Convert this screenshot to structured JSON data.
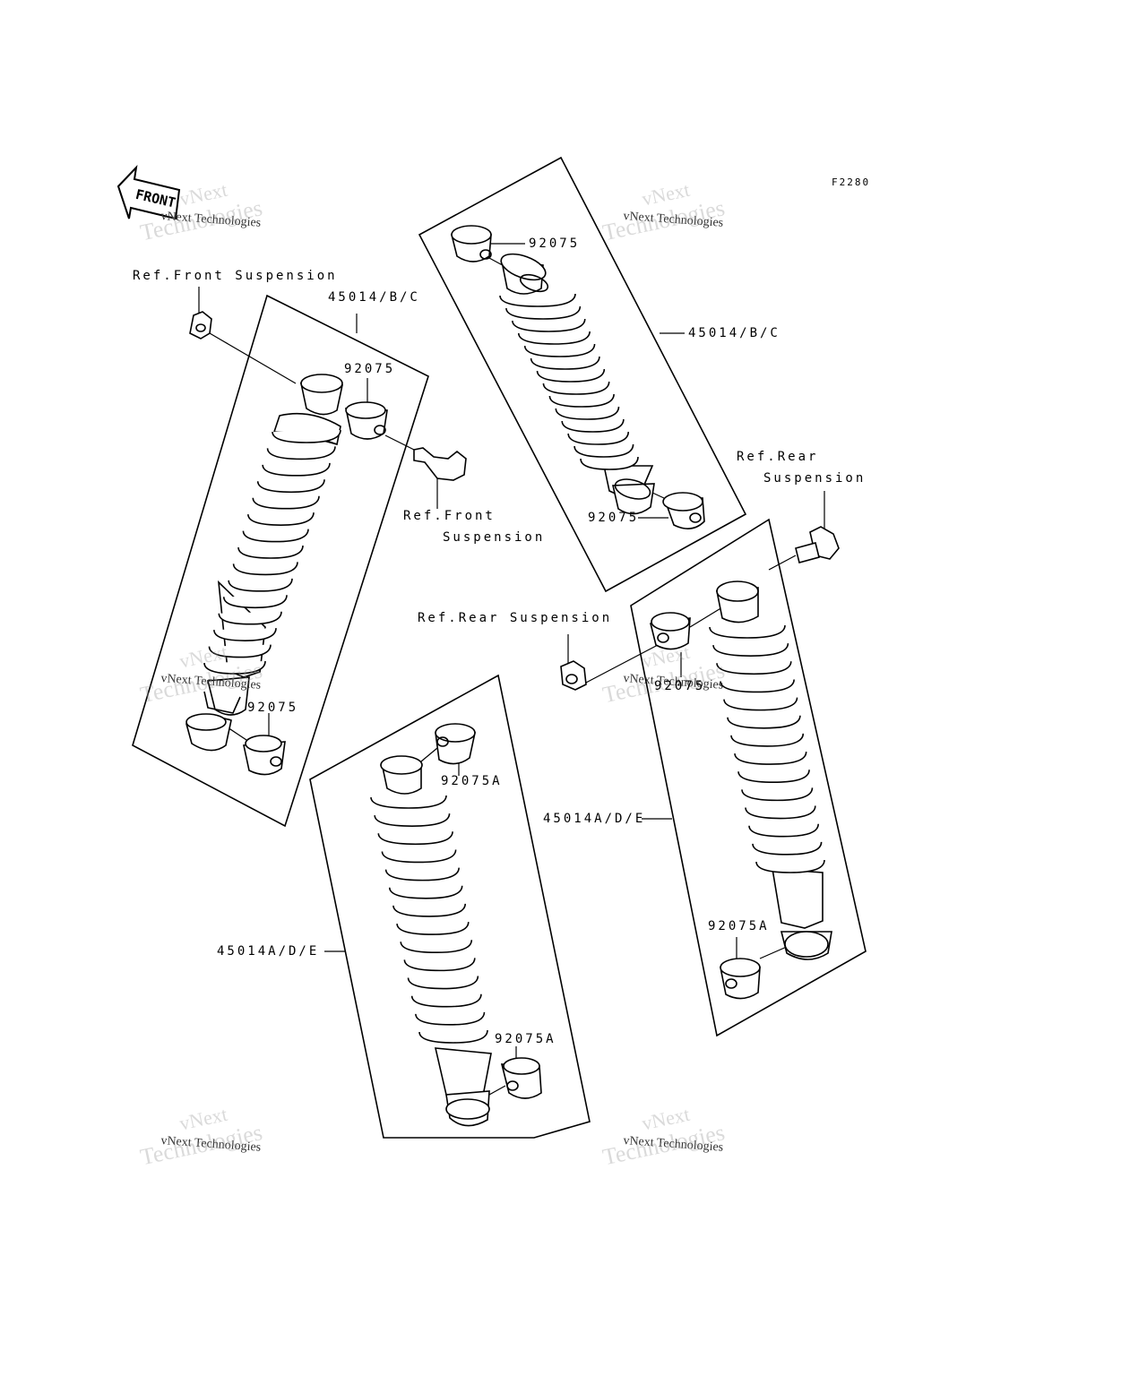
{
  "figure_code": "F2280",
  "front_arrow_label": "FRONT",
  "labels": {
    "ref_front_suspension_top": "Ref.Front Suspension",
    "shock_a_part": "45014/B/C",
    "shock_a_bushing_top": "92075",
    "ref_front_bolt_line1": "Ref.Front",
    "ref_front_bolt_line2": "Suspension",
    "shock_a_bushing_bottom": "92075",
    "shock_b_bushing_top": "92075",
    "shock_b_part": "45014/B/C",
    "shock_b_bushing_bottom": "92075",
    "ref_rear_line1": "Ref.Rear",
    "ref_rear_line2": "Suspension",
    "ref_rear_suspension_mid": "Ref.Rear Suspension",
    "shock_d_bushing_top": "92075",
    "shock_d_part": "45014A/D/E",
    "shock_d_bushing_bottom": "92075A",
    "shock_c_bushing_top": "92075A",
    "shock_c_part": "45014A/D/E",
    "shock_c_bushing_bottom": "92075A"
  },
  "watermark": {
    "line1": "vNext",
    "line2": "vNext Technologies",
    "line3": "Technologies"
  }
}
